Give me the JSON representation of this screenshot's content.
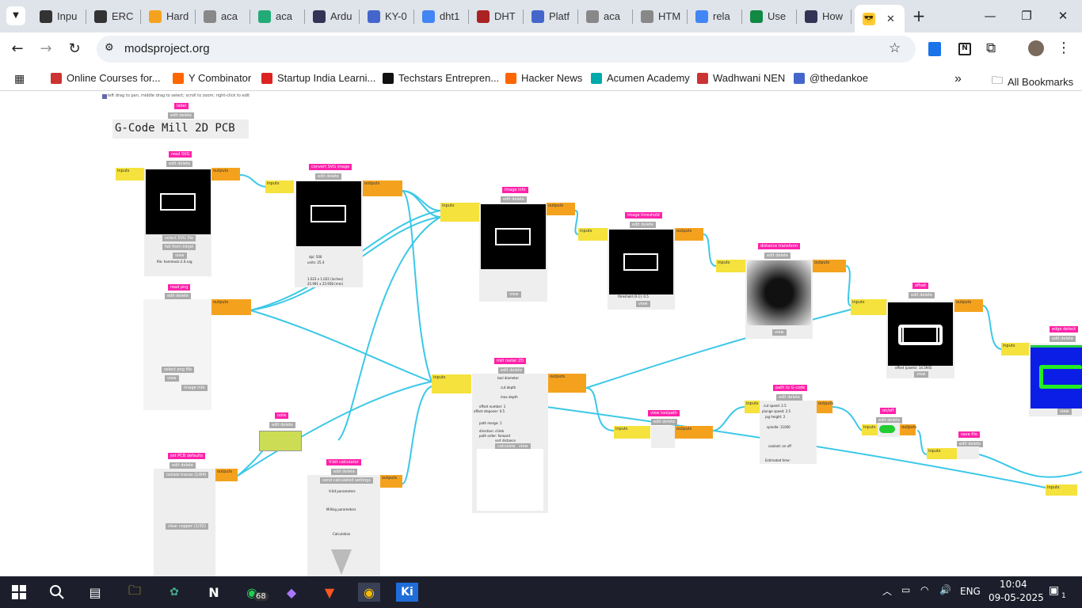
{
  "browser": {
    "tabs": [
      {
        "label": "Inpu",
        "color": "#333"
      },
      {
        "label": "ERC",
        "color": "#333"
      },
      {
        "label": "Hard",
        "color": "#f4a21e"
      },
      {
        "label": "aca",
        "color": "#888"
      },
      {
        "label": "aca",
        "color": "#2a7"
      },
      {
        "label": "Ardu",
        "color": "#335"
      },
      {
        "label": "KY-0",
        "color": "#46c"
      },
      {
        "label": "dht1",
        "color": "#4285f4"
      },
      {
        "label": "DHT",
        "color": "#a22"
      },
      {
        "label": "Platf",
        "color": "#46c"
      },
      {
        "label": "aca",
        "color": "#888"
      },
      {
        "label": "HTM",
        "color": "#888"
      },
      {
        "label": "rela",
        "color": "#4285f4"
      },
      {
        "label": "Use",
        "color": "#184"
      },
      {
        "label": "How",
        "color": "#335"
      },
      {
        "label": "",
        "color": "#fb0"
      }
    ],
    "new_tab": "+",
    "minimize": "—",
    "restore": "❐",
    "close": "✕",
    "url": "modsproject.org",
    "bookmarks": [
      {
        "label": "Online Courses for...",
        "color": "#c33"
      },
      {
        "label": "Y Combinator",
        "color": "#f60"
      },
      {
        "label": "Startup India Learni...",
        "color": "#d22"
      },
      {
        "label": "Techstars Entrepren...",
        "color": "#111"
      },
      {
        "label": "Hacker News",
        "color": "#f60"
      },
      {
        "label": "Acumen Academy",
        "color": "#0aa"
      },
      {
        "label": "Wadhwani NEN",
        "color": "#c33"
      },
      {
        "label": "@thedankoe",
        "color": "#46c"
      }
    ],
    "more_bookmarks": "»",
    "all_bookmarks": "All Bookmarks"
  },
  "mods": {
    "hint": "left drag to pan, middle drag to select; scroll to zoom; right-click to edit",
    "title": "G-Code Mill 2D PCB",
    "label_mod": "label",
    "edit_delete": "edit delete",
    "read_svg": "read SVG",
    "select_svg": "select SVG file",
    "fall_from": "fall from Inkjet",
    "view": "view",
    "svg_info": "file: hammock-2.0.svg",
    "convert_svg": "convert SVG image",
    "dpi": "dpi: 500",
    "units": "units: 25.4",
    "svg_size": "1.023 x 1.022 (inches)",
    "mm_size": "25.991 x 25.958 (mm)",
    "read_png": "read png",
    "select_png": "select png file",
    "image_info": "image info",
    "image_threshold": "image threshold",
    "distance_transform": "distance transform",
    "offset": "offset",
    "edge_detect": "edge detect",
    "threshold": "threshold (0-1): 0.5",
    "offset_px": "offset (pixels): 14.5945",
    "mill_raster": "mill raster 2D",
    "tool_diameter": "tool diameter",
    "cut_depth": "cut depth",
    "max_depth": "max depth",
    "offset_number": "offset number: 1",
    "offset_stepover": "offset stepover: 0.5",
    "path_merge": "path merge: 1",
    "direction": "direction: climb",
    "path_order": "path order: forward",
    "sort_distance": "sort distance",
    "calculate": "calculate",
    "set_pcb": "set PCB defaults",
    "isolate_traces": "isolate traces (1/64)",
    "clear_copper": "clear copper (1/32)",
    "vbit": "V-bit calculator",
    "send_calc": "send calculated settings",
    "vbit_params": "V-bit parameters",
    "milling_params": "Milling parameters",
    "calculation": "Calculation",
    "note": "note",
    "view_toolpath": "view toolpath",
    "path_gcode": "path to G-code",
    "cut_speed": "cut speed: 2.5",
    "plunge_speed": "plunge speed: 2.5",
    "jog_height": "jog height: 2",
    "spindle": "spindle: 11000",
    "coolant": "coolant: on off",
    "on_off": "on/off",
    "save_file": "save file",
    "estimated_time": "Estimated time:",
    "inputs": "inputs",
    "outputs": "outputs"
  },
  "taskbar": {
    "whatsapp_badge": "68",
    "lang": "ENG",
    "time": "10:04",
    "date": "09-05-2025",
    "notif": "1"
  }
}
